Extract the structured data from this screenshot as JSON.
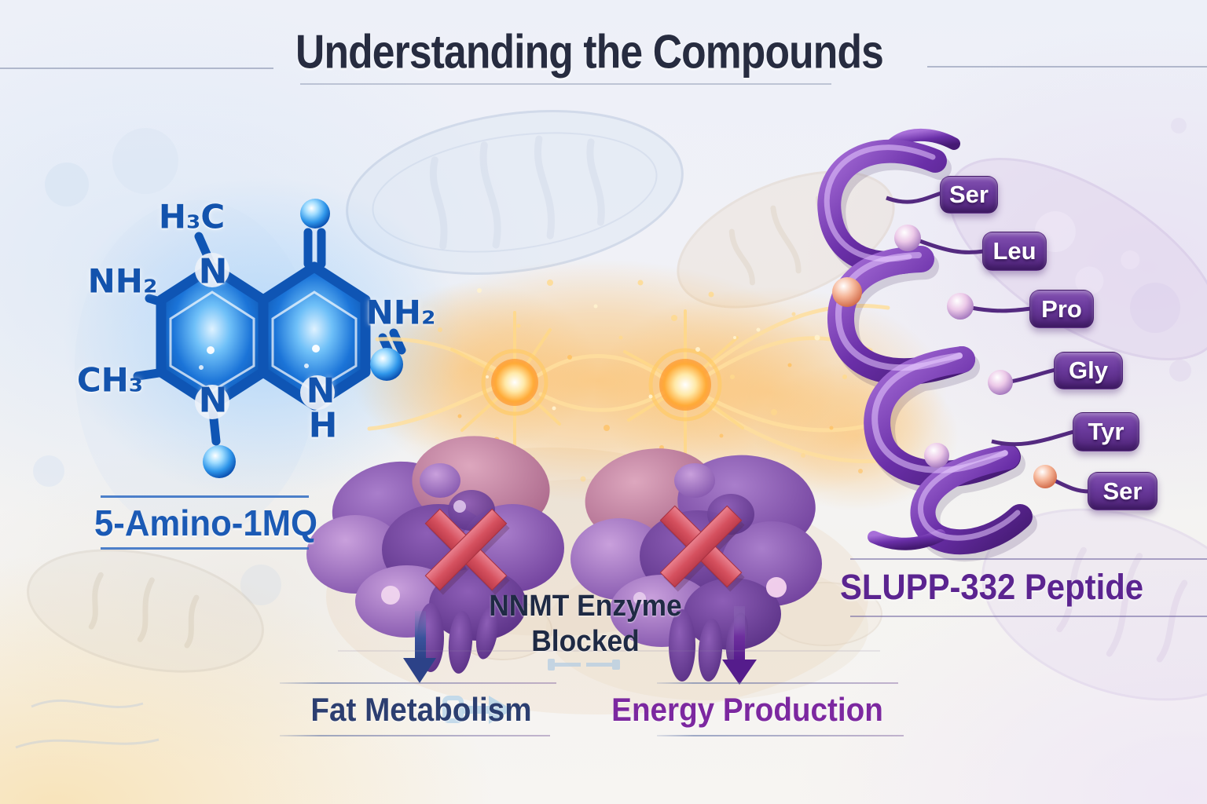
{
  "title": "Understanding the Compounds",
  "compound_left": {
    "name": "5-Amino-1MQ",
    "labels": {
      "methyl_top": "H₃C",
      "amino_left": "NH₂",
      "methyl_left": "CH₃",
      "nitrogen_top": "N",
      "nitrogen_bottom": "N",
      "amino_right": "NH₂",
      "nitrogen_ring": "N",
      "hydrogen_ring": "H"
    }
  },
  "compound_right": {
    "name": "SLUPP-332 Peptide",
    "residues": [
      {
        "label": "Ser"
      },
      {
        "label": "Leu"
      },
      {
        "label": "Pro"
      },
      {
        "label": "Gly"
      },
      {
        "label": "Tyr"
      },
      {
        "label": "Ser"
      }
    ]
  },
  "pathway": {
    "enzyme_status": "NNMT Enzyme Blocked",
    "outcome_left": "Fat Metabolism",
    "outcome_right": "Energy Production"
  },
  "colors": {
    "molecule_blue": "#1456ae",
    "peptide_purple": "#5b2490",
    "navy_text": "#232b45",
    "energy_orange": "#ffad33",
    "blocked_red": "#d5505e"
  }
}
